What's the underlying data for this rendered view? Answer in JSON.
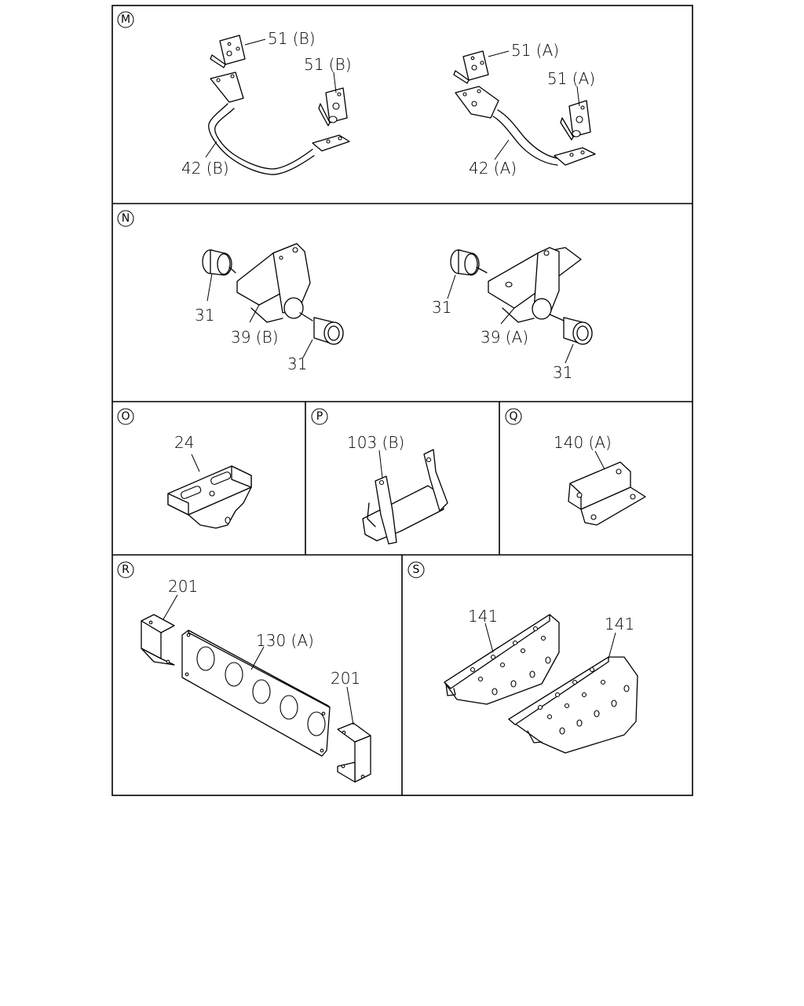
{
  "sections": [
    {
      "id": "M",
      "callouts": [
        "51 (B)",
        "51 (B)",
        "42 (B)",
        "51 (A)",
        "51 (A)",
        "42 (A)"
      ]
    },
    {
      "id": "N",
      "callouts": [
        "31",
        "39 (B)",
        "31",
        "31",
        "39 (A)",
        "31"
      ]
    },
    {
      "id": "O",
      "callouts": [
        "24"
      ]
    },
    {
      "id": "P",
      "callouts": [
        "103 (B)"
      ]
    },
    {
      "id": "Q",
      "callouts": [
        "140 (A)"
      ]
    },
    {
      "id": "R",
      "callouts": [
        "201",
        "130 (A)",
        "201"
      ]
    },
    {
      "id": "S",
      "callouts": [
        "141",
        "141"
      ]
    }
  ]
}
